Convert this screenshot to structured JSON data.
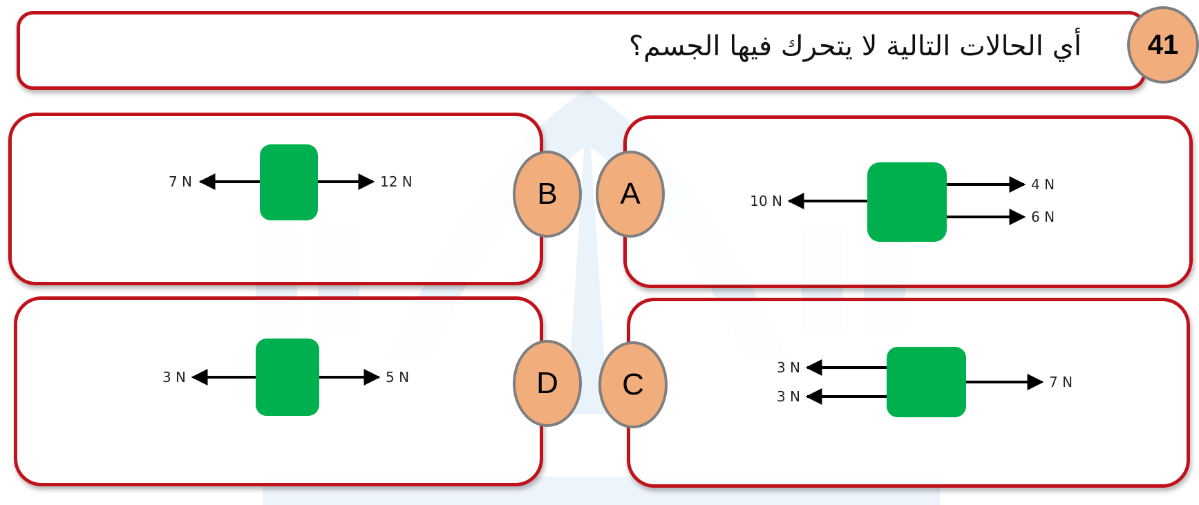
{
  "question": {
    "number": "41",
    "text": "أي الحالات التالية لا يتحرك فيها الجسم؟"
  },
  "colors": {
    "border": "#c0121b",
    "badge_fill": "#f2ad7d",
    "badge_stroke": "#7f7f7f",
    "block": "#00b04f"
  },
  "options": {
    "a": {
      "letter": "A",
      "forces": {
        "left": [
          "10 N"
        ],
        "right": [
          "4 N",
          "6 N"
        ]
      }
    },
    "b": {
      "letter": "B",
      "forces": {
        "left": [
          "7 N"
        ],
        "right": [
          "12 N"
        ]
      }
    },
    "c": {
      "letter": "C",
      "forces": {
        "left": [
          "3 N",
          "3 N"
        ],
        "right": [
          "7 N"
        ]
      }
    },
    "d": {
      "letter": "D",
      "forces": {
        "left": [
          "3 N"
        ],
        "right": [
          "5 N"
        ]
      }
    }
  }
}
